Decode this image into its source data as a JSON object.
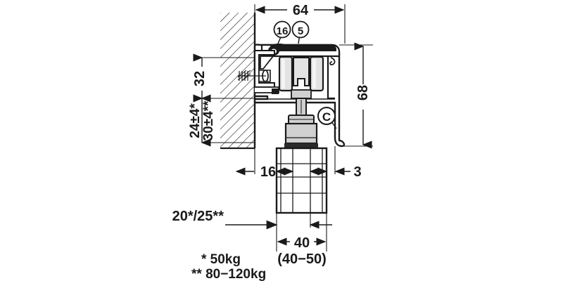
{
  "drawing": {
    "title": "Sliding door fitting cross-section",
    "background_color": "#ffffff",
    "line_color": "#1a1a1a",
    "fill_light": "#e3e3e3",
    "fill_mid": "#d0d0d0",
    "fill_dark": "#2a2a2a"
  },
  "dimensions": {
    "top_width": "64",
    "right_height": "68",
    "left_upper": "32",
    "left_lower_a": "24±4*",
    "left_lower_b": "30±4**",
    "bottom_left_gap": "16",
    "bottom_right_gap": "3",
    "offset": "20*/25**",
    "panel_width": "40",
    "panel_width_range": "(40−50)"
  },
  "callouts": {
    "balloon_1": "16",
    "balloon_2": "5",
    "detail_marker": "C"
  },
  "footnotes": {
    "line1": "* 50kg",
    "line2": "** 80−120kg"
  }
}
